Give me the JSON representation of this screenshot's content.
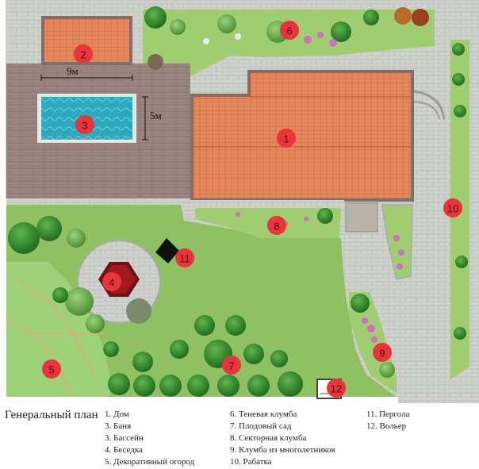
{
  "legend": {
    "title": "Генеральный план",
    "columns": [
      [
        "1. Дом",
        "3. Баня",
        "3. Бассейн",
        "4. Беседка",
        "5. Декоративный огород"
      ],
      [
        "6. Теневая клумба",
        "7. Плодовый сад",
        "8. Секторная клумба",
        "9. Клумба из многолетников",
        "10. Рабатка"
      ],
      [
        "11. Пергола",
        "12. Вольер"
      ]
    ]
  },
  "dimensions": {
    "pool_width": "9м",
    "pool_height": "5м"
  },
  "markers": [
    "1",
    "2",
    "3",
    "4",
    "5",
    "6",
    "7",
    "8",
    "9",
    "10",
    "11",
    "12"
  ],
  "colors": {
    "lawn": "#8fc163",
    "paving": "#cfd1cc",
    "deck": "#9c8580",
    "roof": "#e5875a",
    "pool": "#2fa9bd",
    "marker": "#e8343c"
  }
}
